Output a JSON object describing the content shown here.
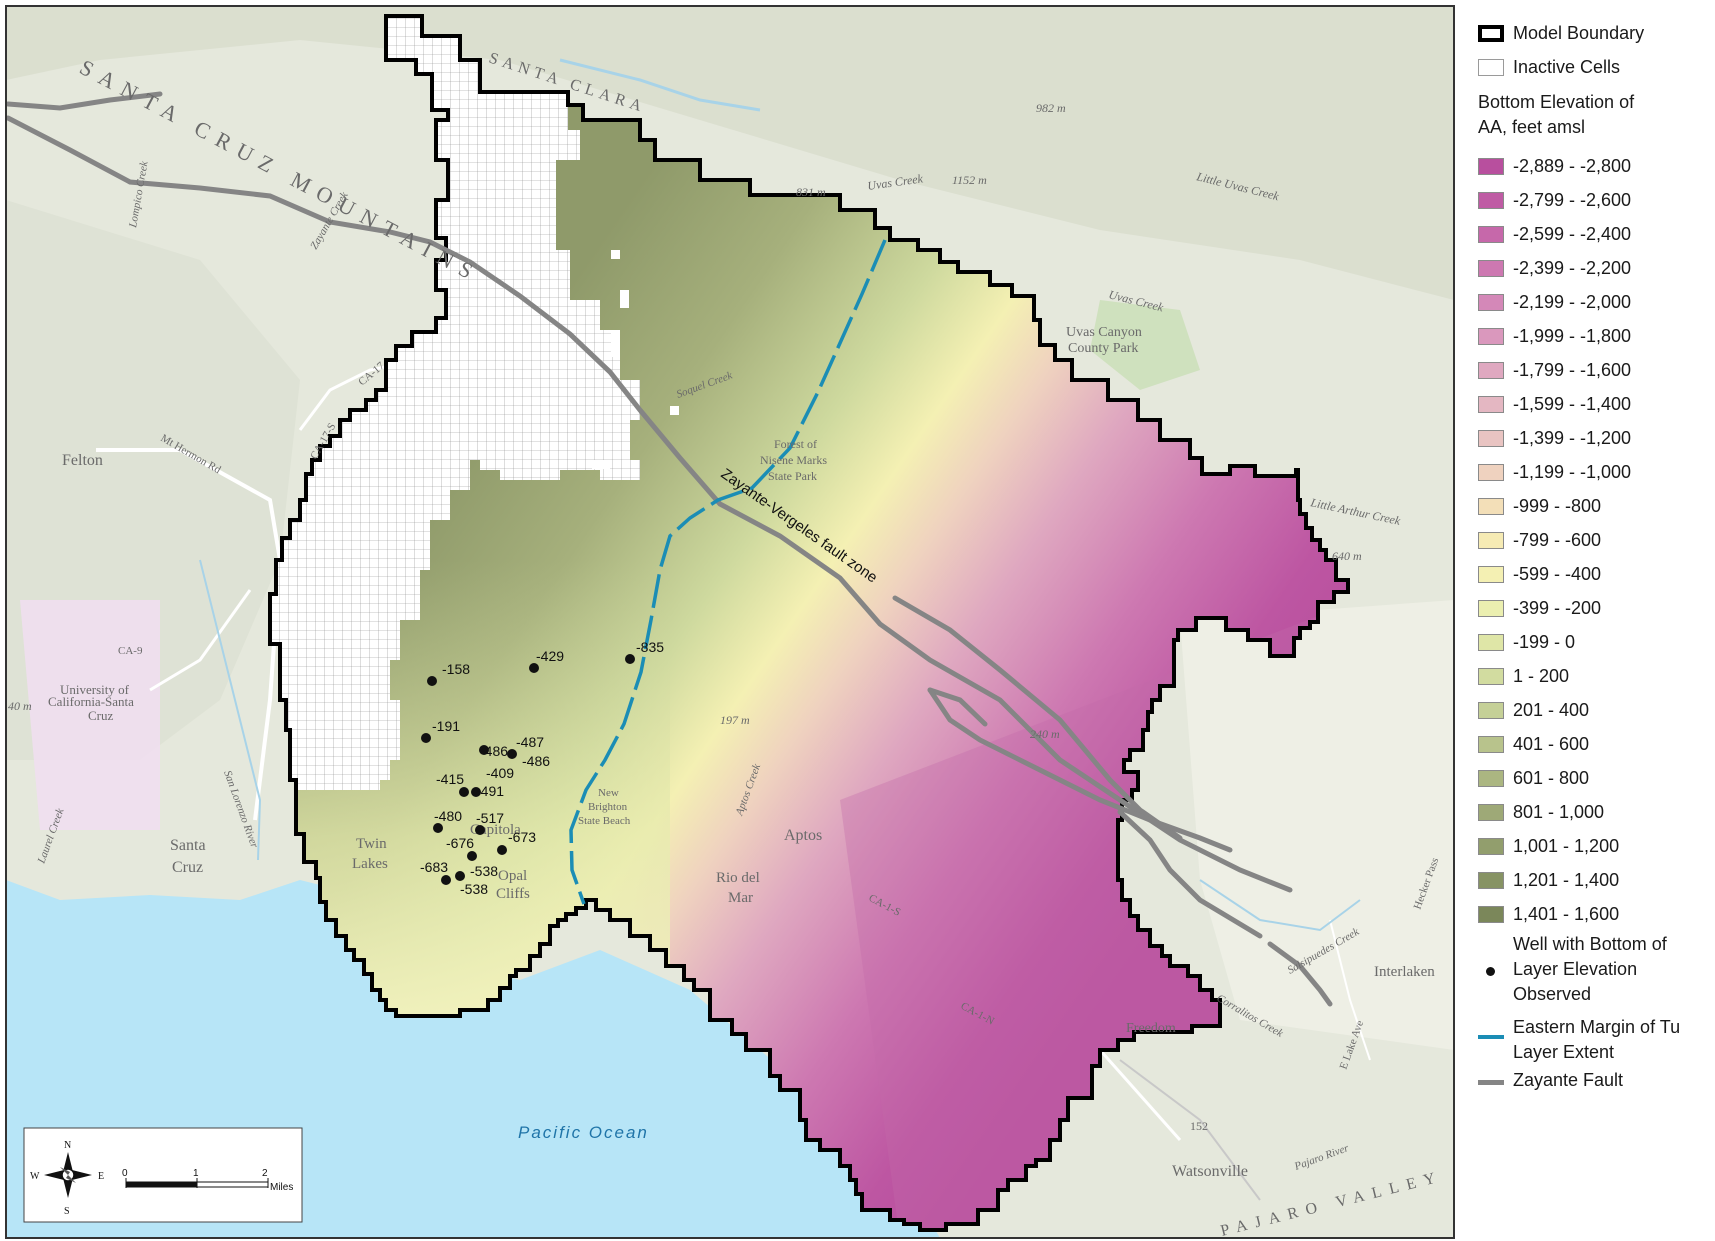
{
  "legend": {
    "model_boundary": "Model Boundary",
    "inactive_cells": "Inactive Cells",
    "elevation_title_1": "Bottom Elevation of",
    "elevation_title_2": "AA, feet amsl",
    "classes": [
      {
        "label": "-2,889 - -2,800",
        "color": "#b84f9e"
      },
      {
        "label": "-2,799 - -2,600",
        "color": "#bf5ba4"
      },
      {
        "label": "-2,599 - -2,400",
        "color": "#c668aa"
      },
      {
        "label": "-2,399 - -2,200",
        "color": "#cd78b1"
      },
      {
        "label": "-2,199 - -2,000",
        "color": "#d488b8"
      },
      {
        "label": "-1,999 - -1,800",
        "color": "#da98bd"
      },
      {
        "label": "-1,799 - -1,600",
        "color": "#dfa8c0"
      },
      {
        "label": "-1,599 - -1,400",
        "color": "#e4b7c2"
      },
      {
        "label": "-1,399 - -1,200",
        "color": "#e9c4c2"
      },
      {
        "label": "-1,199 - -1,000",
        "color": "#efd2bf"
      },
      {
        "label": "-999 - -800",
        "color": "#f3dfb8"
      },
      {
        "label": "-799 - -600",
        "color": "#f6ebb4"
      },
      {
        "label": "-599 - -400",
        "color": "#f4f0b3"
      },
      {
        "label": "-399 - -200",
        "color": "#ebefb0"
      },
      {
        "label": "-199 - 0",
        "color": "#dfe6a7"
      },
      {
        "label": "1 - 200",
        "color": "#d2dca0"
      },
      {
        "label": "201 - 400",
        "color": "#c5d097"
      },
      {
        "label": "401 - 600",
        "color": "#b8c38c"
      },
      {
        "label": "601 - 800",
        "color": "#abb681"
      },
      {
        "label": "801 - 1,000",
        "color": "#9ea977"
      },
      {
        "label": "1,001 - 1,200",
        "color": "#929e6d"
      },
      {
        "label": "1,201 - 1,400",
        "color": "#879364"
      },
      {
        "label": "1,401 - 1,600",
        "color": "#7b875a"
      }
    ],
    "well_1": "Well with Bottom of",
    "well_2": "Layer Elevation",
    "well_3": "Observed",
    "tu_1": "Eastern Margin of Tu",
    "tu_2": "Layer Extent",
    "fault": "Zayante Fault"
  },
  "colors": {
    "boundary": "#000000",
    "tu_margin": "#1b8db5",
    "fault": "#858585",
    "ocean": "#b7e5f7",
    "terrain": "#e6e8de"
  },
  "places": {
    "felton": "Felton",
    "ucsc_1": "University of",
    "ucsc_2": "California-Santa",
    "ucsc_3": "Cruz",
    "santa_cruz_1": "Santa",
    "santa_cruz_2": "Cruz",
    "twin_1": "Twin",
    "twin_2": "Lakes",
    "capitola": "Capitola",
    "opal_1": "Opal",
    "opal_2": "Cliffs",
    "aptos": "Aptos",
    "rio_1": "Rio del",
    "rio_2": "Mar",
    "freedom": "Freedom",
    "watsonville": "Watsonville",
    "interlaken": "Interlaken",
    "pacific": "Pacific Ocean",
    "uvas_1": "Uvas Canyon",
    "uvas_2": "County Park",
    "forest_1": "Forest of",
    "forest_2": "Nisene Marks",
    "forest_3": "State Park",
    "brighton_1": "New",
    "brighton_2": "Brighton",
    "brighton_3": "State Beach",
    "santa_cruz_mtns": "SANTA CRUZ MOUNTAINS",
    "santa_clara": "SANTA CLARA",
    "pajaro": "PAJARO VALLEY",
    "mt_hermon": "Mt Hermon Rd",
    "ca1_lower": "CA-1-S",
    "ca1_n": "CA-1-N",
    "ca17": "CA-17",
    "ca17s": "CA-17-S",
    "ca9": "CA-9",
    "r152": "152",
    "e_lake": "E Lake Ave",
    "hecker": "Hecker Pass",
    "elev_982": "982 m",
    "elev_1152": "1152 m",
    "elev_831": "831 m",
    "elev_640": "640 m",
    "elev_197": "197 m",
    "elev_240": "240 m",
    "elev_40": "40 m",
    "uvas_creek": "Uvas Creek",
    "little_uvas": "Little Uvas Creek",
    "little_arthur": "Little Arthur Creek",
    "uvas_creek2": "Uvas Creek",
    "salsipuedes": "Salsipuedes Creek",
    "pajaro_river": "Pajaro River",
    "corralitos": "Corralitos Creek",
    "sl_river": "San Lorenzo River",
    "zayante_creek": "Zayante Creek",
    "lompico": "Lompico Creek",
    "soquel_creek": "Soquel Creek",
    "aptos_creek": "Aptos Creek",
    "laurel": "Laurel Creek"
  },
  "fault_zone_label": "Zayante-Vergeles fault zone",
  "wells": [
    {
      "label": "-158"
    },
    {
      "label": "-429"
    },
    {
      "label": "-835"
    },
    {
      "label": "-191"
    },
    {
      "label": "-486"
    },
    {
      "label": "-487"
    },
    {
      "label": "-486"
    },
    {
      "label": "-415"
    },
    {
      "label": "-409"
    },
    {
      "label": "-491"
    },
    {
      "label": "-480"
    },
    {
      "label": "-517"
    },
    {
      "label": "-676"
    },
    {
      "label": "-673"
    },
    {
      "label": "-683"
    },
    {
      "label": "-538"
    },
    {
      "label": "-538"
    }
  ],
  "scale": {
    "n": "N",
    "s": "S",
    "e": "E",
    "w": "W",
    "t0": "0",
    "t1": "1",
    "t2": "2",
    "units": "Miles"
  }
}
